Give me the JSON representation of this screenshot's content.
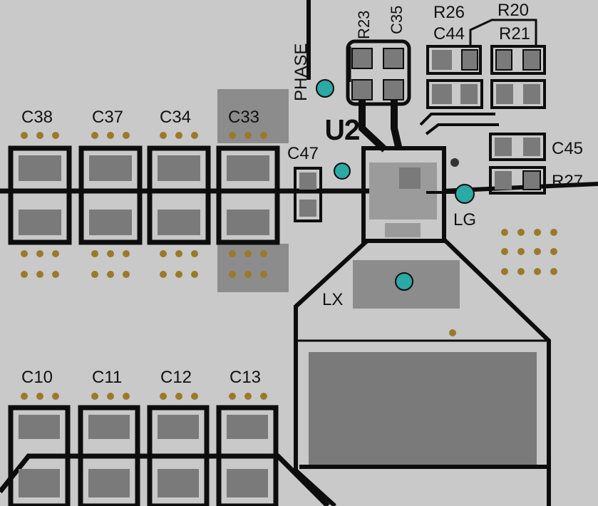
{
  "board": {
    "background": "#c9c9c9",
    "outline_color": "#0d0d0d",
    "pad_color": "#7a7a7a",
    "copper_shade": "#8c8c8c",
    "via_color": "#2aa9a5",
    "dot_color": "#9a7a2a"
  },
  "labels": {
    "phase": "PHASE",
    "u2": "U2",
    "lx": "LX",
    "lg": "LG"
  },
  "components": {
    "r23": "R23",
    "c35": "C35",
    "r26": "R26",
    "r20": "R20",
    "c44": "C44",
    "r21": "R21",
    "c45": "C45",
    "r27": "R27",
    "c47": "C47",
    "c38": "C38",
    "c37": "C37",
    "c34": "C34",
    "c33": "C33",
    "c10": "C10",
    "c11": "C11",
    "c12": "C12",
    "c13": "C13"
  }
}
